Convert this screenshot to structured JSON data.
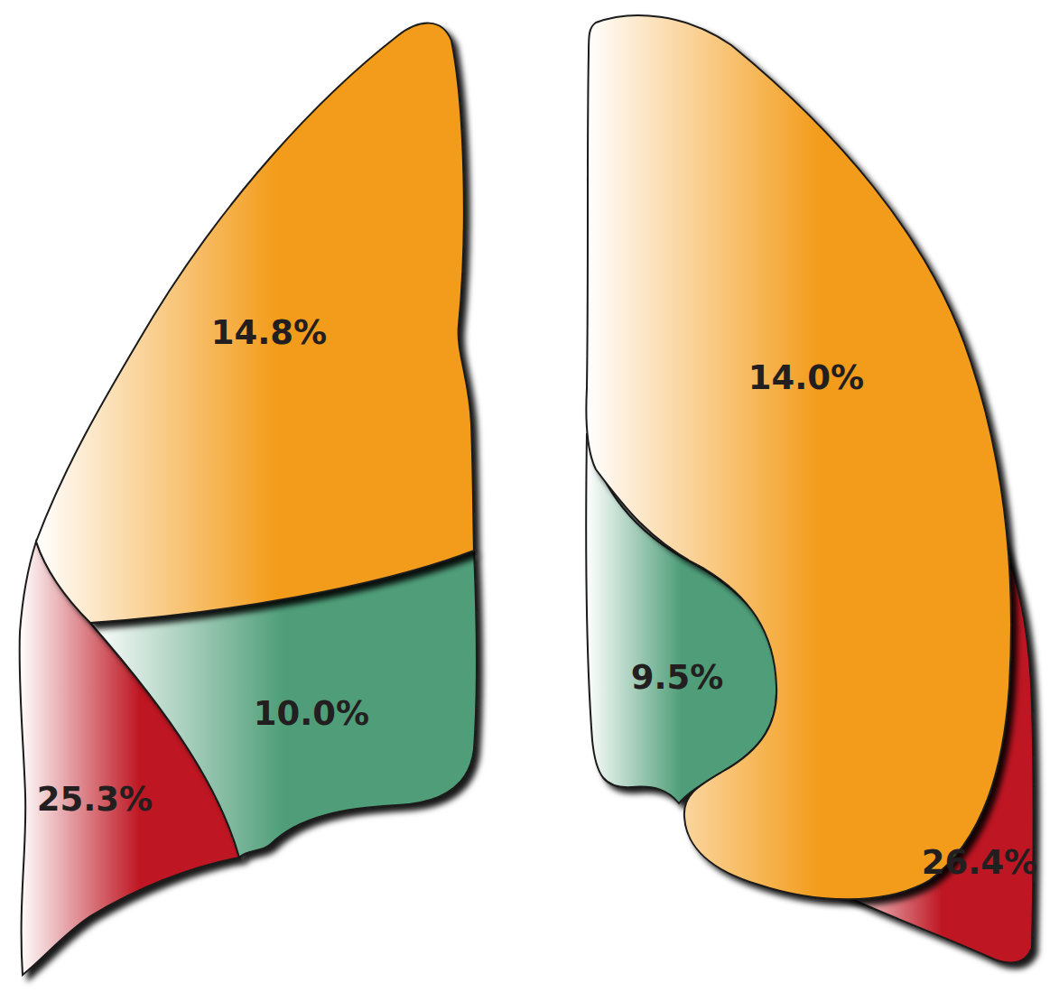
{
  "diagram": {
    "nodes": [
      {
        "text": [
          "14.8%"
        ]
      },
      {
        "text": [
          "14.0%"
        ]
      },
      {
        "text": [
          "9.5%"
        ]
      },
      {
        "text": [
          "10.0%"
        ]
      },
      {
        "text": [
          "25.3%"
        ]
      },
      {
        "text": [
          "26.4%"
        ]
      }
    ]
  }
}
